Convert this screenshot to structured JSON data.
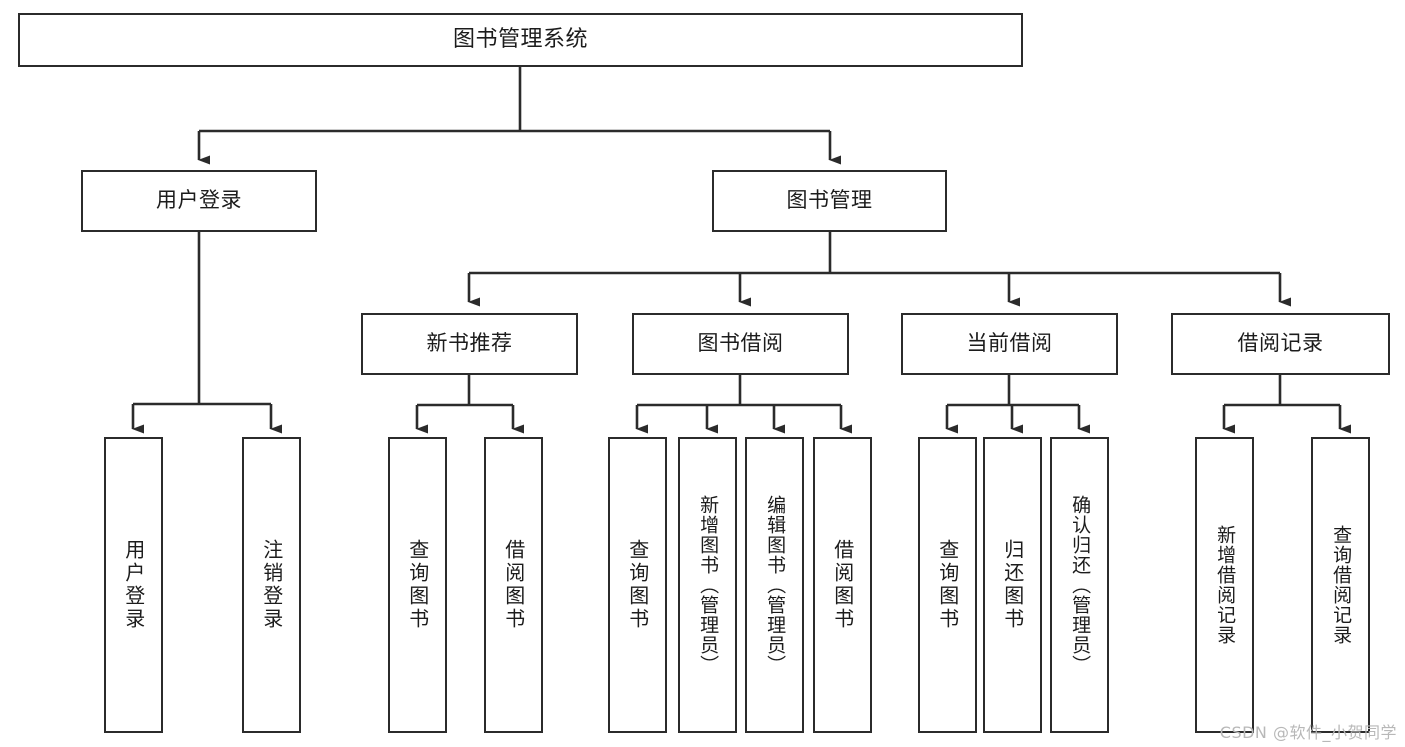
{
  "diagram": {
    "title": "图书管理系统",
    "type": "tree-hierarchy",
    "watermark": "CSDN @软件_小贺同学",
    "colors": {
      "background": "#ffffff",
      "box_border": "#2b2b2b",
      "box_fill": "#ffffff",
      "connector": "#2b2b2b",
      "text": "#1c1c1c",
      "watermark": "#b8b8b8"
    },
    "levels": {
      "root": "图书管理系统",
      "level2": [
        "用户登录",
        "图书管理"
      ],
      "level3": [
        "新书推荐",
        "图书借阅",
        "当前借阅",
        "借阅记录"
      ]
    },
    "nodes": {
      "root": {
        "label": "图书管理系统"
      },
      "user_login": {
        "label": "用户登录"
      },
      "book_manage": {
        "label": "图书管理"
      },
      "new_book_rec": {
        "label": "新书推荐"
      },
      "book_borrow": {
        "label": "图书借阅"
      },
      "current_borrow": {
        "label": "当前借阅"
      },
      "borrow_record": {
        "label": "借阅记录"
      },
      "leaf_user_login": {
        "label": "用户登录"
      },
      "leaf_logout": {
        "label": "注销登录"
      },
      "leaf_query_book_1": {
        "label": "查询图书"
      },
      "leaf_borrow_book_1": {
        "label": "借阅图书"
      },
      "leaf_query_book_2": {
        "label": "查询图书"
      },
      "leaf_add_book": {
        "label": "新增图书（管理员）"
      },
      "leaf_edit_book": {
        "label": "编辑图书（管理员）"
      },
      "leaf_borrow_book_2": {
        "label": "借阅图书"
      },
      "leaf_query_book_3": {
        "label": "查询图书"
      },
      "leaf_return_book": {
        "label": "归还图书"
      },
      "leaf_confirm_return": {
        "label": "确认归还（管理员）"
      },
      "leaf_add_record": {
        "label": "新增借阅记录"
      },
      "leaf_query_record": {
        "label": "查询借阅记录"
      }
    },
    "edges": [
      {
        "from": "root",
        "to": "user_login"
      },
      {
        "from": "root",
        "to": "book_manage"
      },
      {
        "from": "user_login",
        "to": "leaf_user_login"
      },
      {
        "from": "user_login",
        "to": "leaf_logout"
      },
      {
        "from": "book_manage",
        "to": "new_book_rec"
      },
      {
        "from": "book_manage",
        "to": "book_borrow"
      },
      {
        "from": "book_manage",
        "to": "current_borrow"
      },
      {
        "from": "book_manage",
        "to": "borrow_record"
      },
      {
        "from": "new_book_rec",
        "to": "leaf_query_book_1"
      },
      {
        "from": "new_book_rec",
        "to": "leaf_borrow_book_1"
      },
      {
        "from": "book_borrow",
        "to": "leaf_query_book_2"
      },
      {
        "from": "book_borrow",
        "to": "leaf_add_book"
      },
      {
        "from": "book_borrow",
        "to": "leaf_edit_book"
      },
      {
        "from": "book_borrow",
        "to": "leaf_borrow_book_2"
      },
      {
        "from": "current_borrow",
        "to": "leaf_query_book_3"
      },
      {
        "from": "current_borrow",
        "to": "leaf_return_book"
      },
      {
        "from": "current_borrow",
        "to": "leaf_confirm_return"
      },
      {
        "from": "borrow_record",
        "to": "leaf_add_record"
      },
      {
        "from": "borrow_record",
        "to": "leaf_query_record"
      }
    ]
  }
}
